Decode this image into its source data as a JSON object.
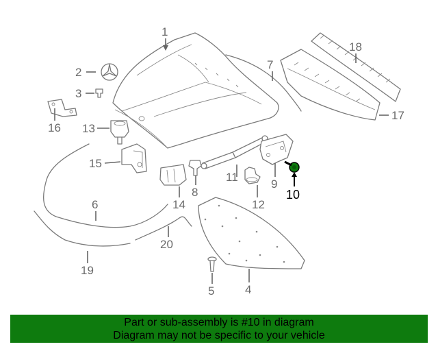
{
  "callouts": {
    "c1": "1",
    "c2": "2",
    "c3": "3",
    "c4": "4",
    "c5": "5",
    "c6": "6",
    "c7": "7",
    "c8": "8",
    "c9": "9",
    "c10": "10",
    "c11": "11",
    "c12": "12",
    "c13": "13",
    "c14": "14",
    "c15": "15",
    "c16": "16",
    "c17": "17",
    "c18": "18",
    "c19": "19",
    "c20": "20"
  },
  "highlight_part": "10",
  "highlight_color": "#0e7b0e",
  "banner": {
    "line1": "Part or sub-assembly is #10 in diagram",
    "line2": "Diagram may not be specific to your vehicle",
    "background": "#0e7b0e"
  }
}
